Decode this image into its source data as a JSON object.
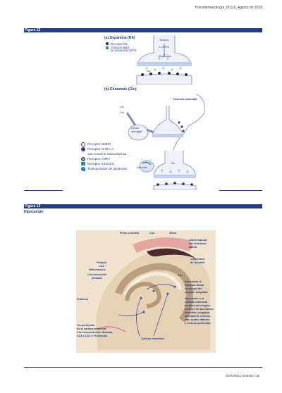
{
  "header": {
    "journal": "Psicofarmacología 18:110, Agosto de 2018"
  },
  "figure12": {
    "label": "Figura 12",
    "panel_a": {
      "title": "(a) Dopamina (DA)",
      "receptor": "Receptor D2",
      "transporter_line1": "Transportador",
      "transporter_line2": "de dopamina (DAT)",
      "tyrosine": "Tirosina",
      "l_dopa": "L-DOPA",
      "da_label": "DA",
      "dopamine": "Dopamina"
    },
    "panel_b": {
      "title": "(b) Glutamato (Glu)",
      "neuron": "Neurona piramidal",
      "astrocyte_line1": "Célula",
      "astrocyte_line2": "astroglial",
      "astrocyte": "Astrocito",
      "glu": "Glu",
      "gln": "Gln"
    },
    "legend": [
      {
        "text": "Receptor NMDA",
        "color": "#ffffff",
        "icon": "nmda-icon"
      },
      {
        "text": "Receptor GABA-A",
        "color": "#5a2a8a",
        "icon": "gaba-icon"
      },
      {
        "text": "que contiene subunidad a2",
        "color": "",
        "icon": ""
      },
      {
        "text": "Receptor AMPA",
        "color": "#9a9aa0",
        "icon": "ampa-icon"
      },
      {
        "text": "Receptor mGlu2/3",
        "color": "#1f8aa8",
        "icon": "mglu-icon"
      },
      {
        "text": "Transportador de glutamato",
        "color": "#1f8aa8",
        "icon": "transporter-icon"
      }
    ]
  },
  "figure13": {
    "label": "Figura 13",
    "title": "Hipocampo",
    "labels": {
      "plexo": "Plexo coroideo",
      "ca2": "CA2",
      "alveo": "Álveo",
      "asta_1": "Asta temporal",
      "asta_2": "del ventrículo",
      "asta_3": "lateral",
      "fimbria": "Fimbria",
      "ca3": "CA3",
      "hilio": "Hilio mossus",
      "circ_1": "Circunvolución",
      "circ_2": "dentada",
      "schaffer_1": "Colaterales",
      "schaffer_2": "de Schaffer",
      "ca1": "CA1",
      "aff_1": "Aferencias al",
      "aff_2": "subículo desde",
      "aff_3": "la corteza del",
      "aff_4": "cíngulo, amígdala",
      "subiculo": "Subículo",
      "ent_1": "Aferencias a la",
      "ent_2": "corteza entorrinal",
      "ent_3": "(corteza del cíngulo,",
      "ent_4": "cortices de asociación",
      "ent_5": "sensitiva, amígdala",
      "ent_6": "basolateral, núcleos",
      "ent_7": "rafe, bulbo olfatorio",
      "ent_8": "y corteza prefrontal)",
      "via_1": "Vía perforante",
      "via_2": "de la corteza entorrinal",
      "via_3": "a la circunvolución dentada,",
      "via_4": "CA1 y CA3 y el subículo",
      "corteza": "Corteza entorrinal"
    }
  },
  "footer": {
    "text": "EDITORIAL SCIENS // 25"
  }
}
